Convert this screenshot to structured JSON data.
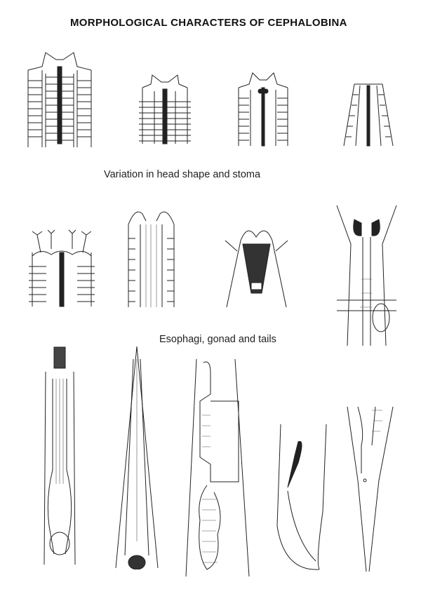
{
  "title": "MORPHOLOGICAL CHARACTERS OF CEPHALOBINA",
  "captions": {
    "head_shape": "Variation in head shape and stoma",
    "esophagi": "Esophagi, gonad and tails"
  }
}
